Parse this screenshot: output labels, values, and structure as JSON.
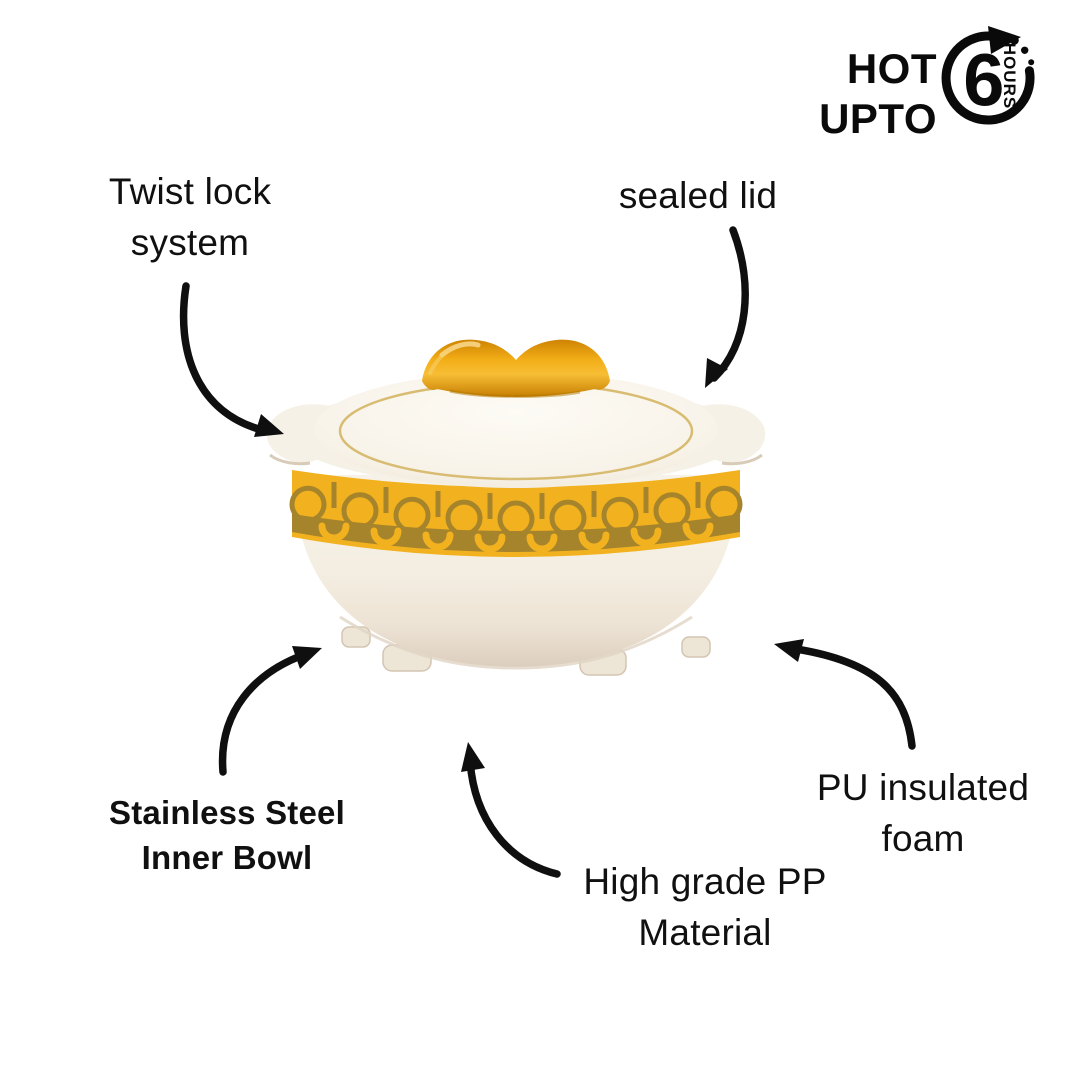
{
  "badge": {
    "line1": "HOT",
    "line2": "UPTO",
    "number": "6",
    "unit": "HOURS"
  },
  "labels": {
    "twist_lock": {
      "line1": "Twist lock",
      "line2": "system"
    },
    "sealed_lid": {
      "line1": "sealed lid"
    },
    "stainless": {
      "line1": "Stainless Steel",
      "line2": "Inner Bowl"
    },
    "pp": {
      "line1": "High grade PP",
      "line2": "Material"
    },
    "pu": {
      "line1": "PU insulated",
      "line2": "foam"
    }
  },
  "icons": {
    "badge_arrow": "circular-clock-arrow",
    "callouts": "hand-drawn-curved-arrow"
  },
  "colors": {
    "background": "#ffffff",
    "text": "#101010",
    "arrow": "#0f0f0f",
    "band_yellow": "#F2B11E",
    "band_dark_gold": "#A5842C",
    "handle_amber": "#F3AE17",
    "pot_cream": "#F7F2E8"
  }
}
